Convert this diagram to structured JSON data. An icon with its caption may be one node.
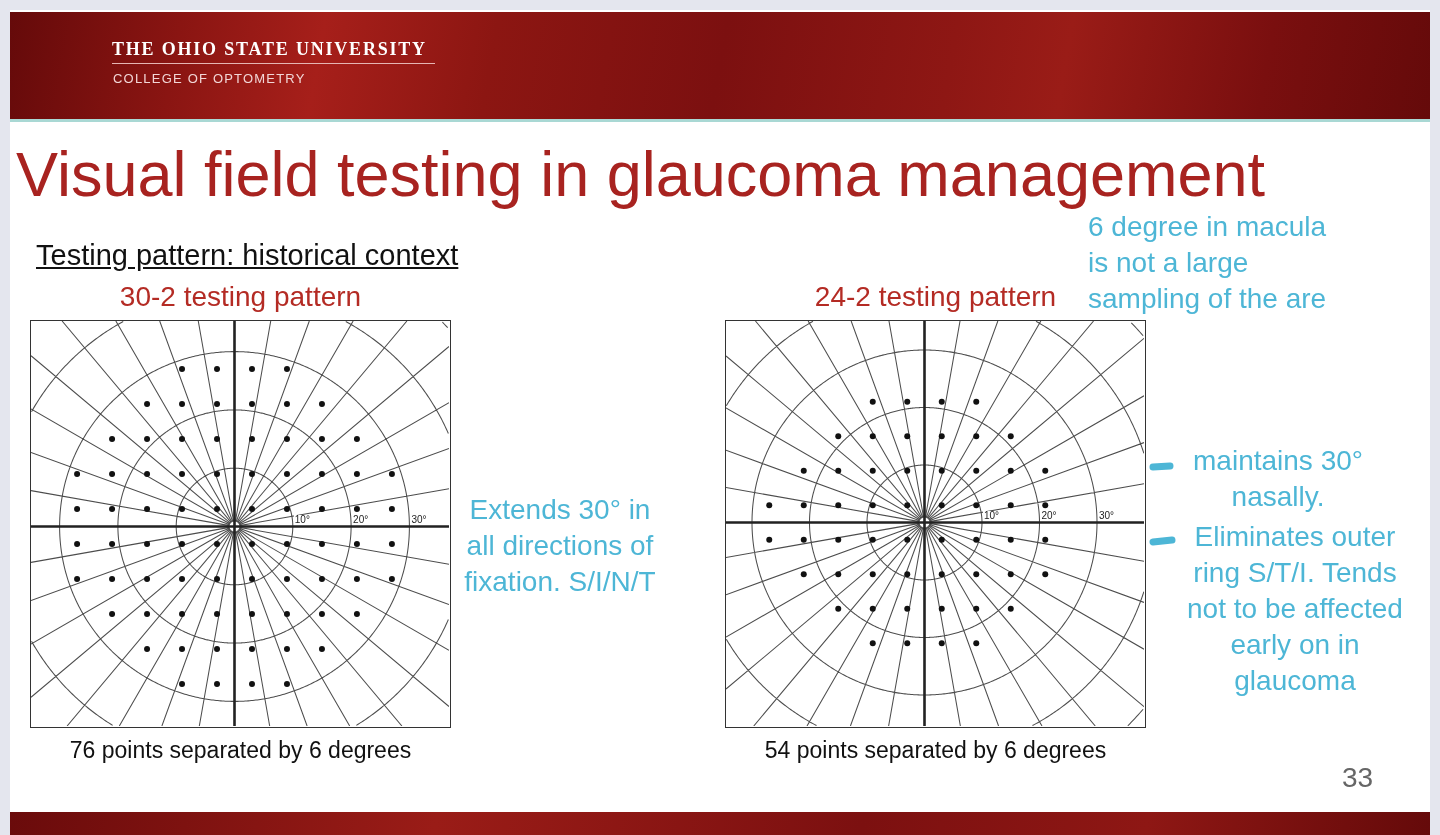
{
  "diagram": {
    "title": "Visual field testing in glaucoma management",
    "nodes": [
      {
        "text": [
          "10°",
          "20°",
          "30°"
        ],
        "beside": [
          "30-2 testing pattern",
          "Extends 30° in all directions of fixation. S/I/N/T",
          "76 points separated by 6 degrees"
        ]
      },
      {
        "text": [
          "10°",
          "20°",
          "30°"
        ],
        "beside": [
          "24-2 testing pattern",
          "maintains 30° nasally.",
          "Eliminates outer ring S/T/I. Tends not to be affected early on in glaucoma",
          "54 points separated by 6 degrees"
        ]
      }
    ],
    "labels": [
      "THE OHIO STATE UNIVERSITY",
      "COLLEGE OF OPTOMETRY",
      "Testing pattern: historical context",
      "6 degree in macula is not a large sampling of the are",
      "33"
    ]
  }
}
